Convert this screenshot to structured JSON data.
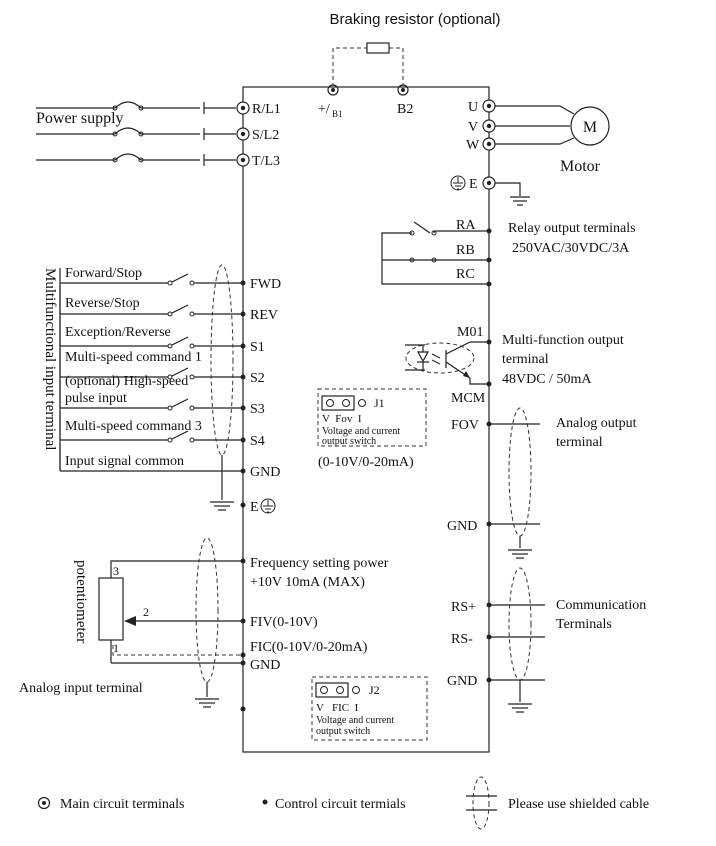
{
  "braking": {
    "title": "Braking resistor (optional)",
    "b1_label": "+/",
    "b1_sub": "B1",
    "b2_label": "B2"
  },
  "power": {
    "label": "Power supply",
    "terminals": [
      "R/L1",
      "S/L2",
      "T/L3"
    ]
  },
  "motor": {
    "outputs": [
      "U",
      "V",
      "W"
    ],
    "symbol": "M",
    "label": "Motor"
  },
  "earth_top": {
    "label": "E"
  },
  "relay": {
    "terminals": [
      "RA",
      "RB",
      "RC"
    ],
    "title": "Relay output terminals",
    "rating": "250VAC/30VDC/3A"
  },
  "inputs": {
    "side_label": "Multifunctional input terminal",
    "items": [
      {
        "label": "Forward/Stop",
        "terminal": "FWD"
      },
      {
        "label": "Reverse/Stop",
        "terminal": "REV"
      },
      {
        "label": "Exception/Reverse",
        "terminal": "S1"
      },
      {
        "label": "Multi-speed command 1",
        "terminal": "S2"
      },
      {
        "label": "(optional) High-speed",
        "label2": "pulse input",
        "terminal": "S3"
      },
      {
        "label": "Multi-speed command 3",
        "terminal": "S4"
      },
      {
        "label": "Input signal common",
        "terminal": "GND"
      }
    ],
    "earth_label": "E"
  },
  "mo": {
    "terminal_top": "M01",
    "terminal_bottom": "MCM",
    "desc1": "Multi-function output",
    "desc2": "terminal",
    "rating": "48VDC / 50mA"
  },
  "j1": {
    "name": "J1",
    "pins": "V  Fov  I",
    "desc1": "Voltage and current",
    "desc2": "output switch",
    "range": "(0-10V/0-20mA)"
  },
  "analog_out": {
    "terminals": [
      "FOV",
      "GND"
    ],
    "label1": "Analog output",
    "label2": "terminal"
  },
  "freq": {
    "power1": "Frequency setting power",
    "power2": "+10V  10mA (MAX)",
    "fiv": "FIV(0-10V)",
    "fic": "FIC(0-10V/0-20mA)",
    "gnd": "GND"
  },
  "pot": {
    "label": "potentiometer",
    "pin3": "3",
    "pin2": "2",
    "pin1": "1"
  },
  "analog_in": {
    "label": "Analog input terminal"
  },
  "comm": {
    "terminals": [
      "RS+",
      "RS-",
      "GND"
    ],
    "label1": "Communication",
    "label2": "Terminals"
  },
  "j2": {
    "name": "J2",
    "pins": "V   FIC  I",
    "desc1": "Voltage and current",
    "desc2": "output switch"
  },
  "legend": {
    "main": "Main circuit terminals",
    "control": "Control circuit termials",
    "shield": "Please use shielded cable"
  }
}
